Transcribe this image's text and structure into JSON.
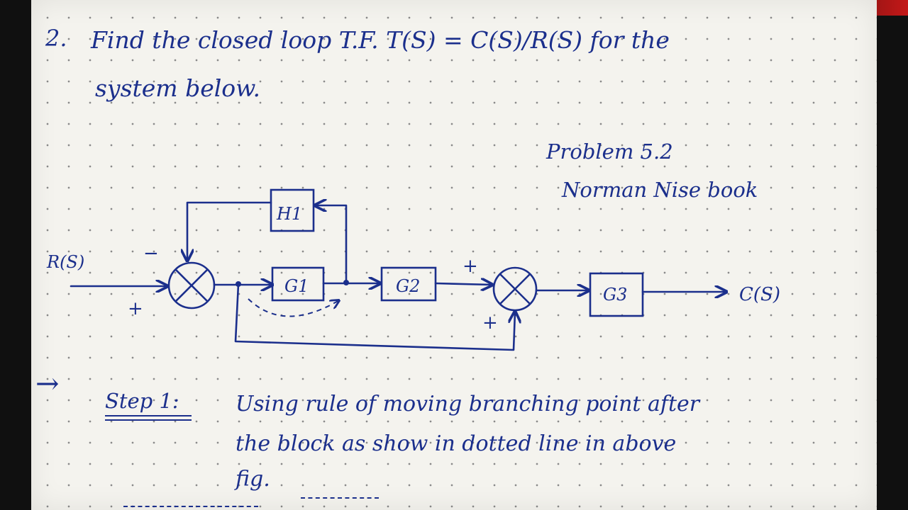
{
  "question": {
    "number": "2.",
    "line1": "Find the closed loop T.F.  T(S) = C(S)/R(S) for the",
    "line2": "system below."
  },
  "reference": {
    "line1": "Problem 5.2",
    "line2": "Norman Nise book"
  },
  "diagram": {
    "input_label": "R(S)",
    "output_label": "C(S)",
    "blocks": {
      "h1": "H1",
      "g1": "G1",
      "g2": "G2",
      "g3": "G3"
    },
    "signs": {
      "sum1_feedback": "−",
      "sum1_input": "+",
      "sum2_top": "+",
      "sum2_bottom": "+"
    }
  },
  "step": {
    "arrow": "→",
    "label": "Step 1:",
    "line1": "Using rule of moving branching point after",
    "line2": "the block as show in dotted line in above",
    "line3": "fig."
  },
  "colors": {
    "ink": "#1b2f8c",
    "paper": "#f4f3ee"
  }
}
